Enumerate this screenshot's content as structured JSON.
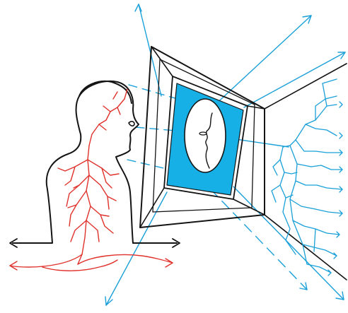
{
  "colors": {
    "background": "#ffffff",
    "ink": "#141414",
    "blue": "#1aa0d8",
    "fill": "#17b0e6",
    "red": "#e0322c"
  },
  "elements": {
    "figure": "person-silhouette",
    "screen": "framed-screen",
    "face": "face-in-oval",
    "network": "branching-network"
  }
}
